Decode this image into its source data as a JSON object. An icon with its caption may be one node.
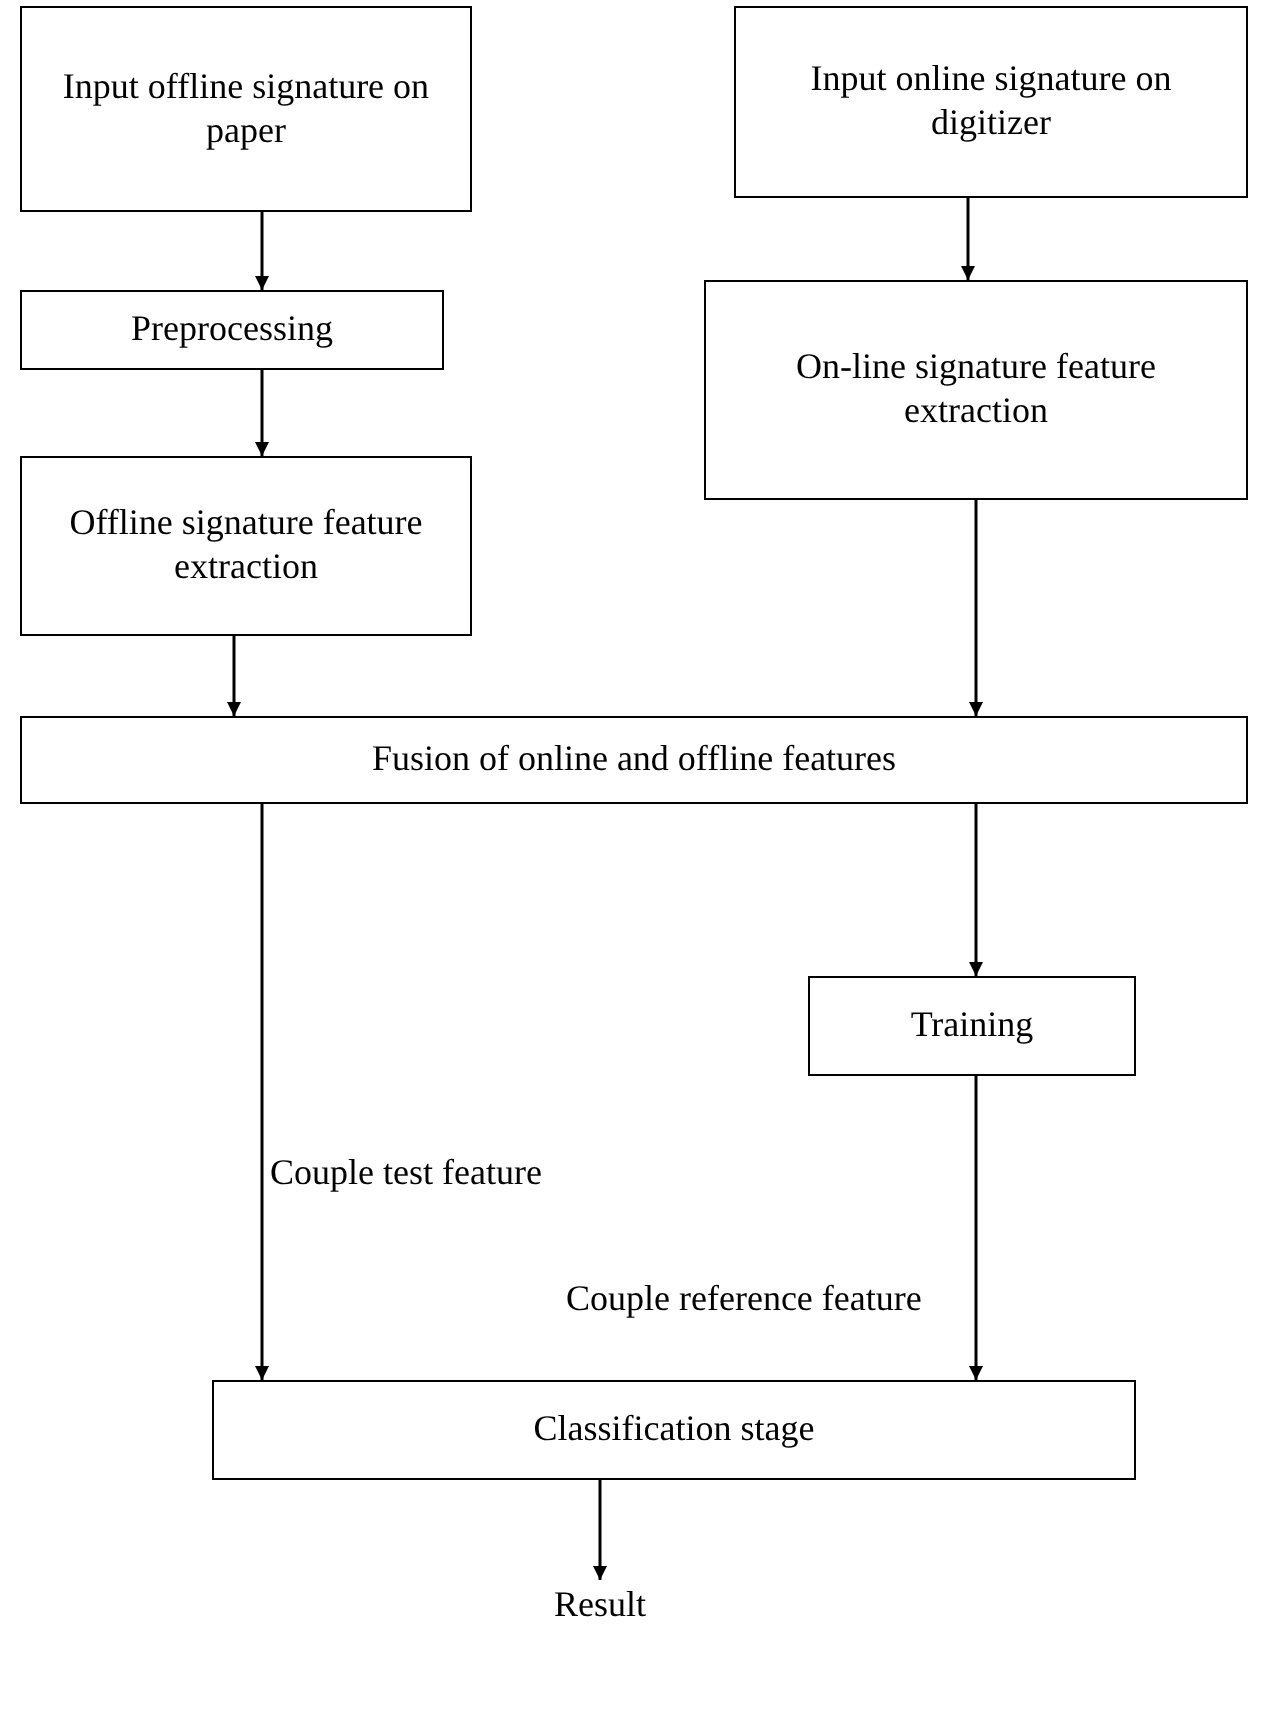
{
  "diagram": {
    "nodes": [
      {
        "text": [
          "Input offline signature on paper"
        ]
      },
      {
        "text": [
          "Input online signature on digitizer"
        ]
      },
      {
        "text": [
          "Preprocessing"
        ]
      },
      {
        "text": [
          "On-line signature feature extraction"
        ]
      },
      {
        "text": [
          "Offline signature feature extraction"
        ]
      },
      {
        "text": [
          "Fusion of online and offline features"
        ]
      },
      {
        "text": [
          "Training"
        ]
      },
      {
        "text": [
          "Classification stage"
        ]
      },
      {
        "text": [
          "Result"
        ]
      }
    ],
    "edges": [
      {
        "from": 0,
        "to": 2,
        "arrow": "to"
      },
      {
        "from": 2,
        "to": 4,
        "arrow": "to"
      },
      {
        "from": 1,
        "to": 3,
        "arrow": "to"
      },
      {
        "from": 4,
        "to": 5,
        "arrow": "to"
      },
      {
        "from": 3,
        "to": 5,
        "arrow": "to"
      },
      {
        "from": 5,
        "to": 6,
        "arrow": "to"
      },
      {
        "from": 5,
        "to": 7,
        "arrow": "to",
        "label": "Couple test feature"
      },
      {
        "from": 6,
        "to": 7,
        "arrow": "to",
        "label": "Couple reference feature"
      },
      {
        "from": 7,
        "to": 8,
        "arrow": "to"
      }
    ]
  }
}
